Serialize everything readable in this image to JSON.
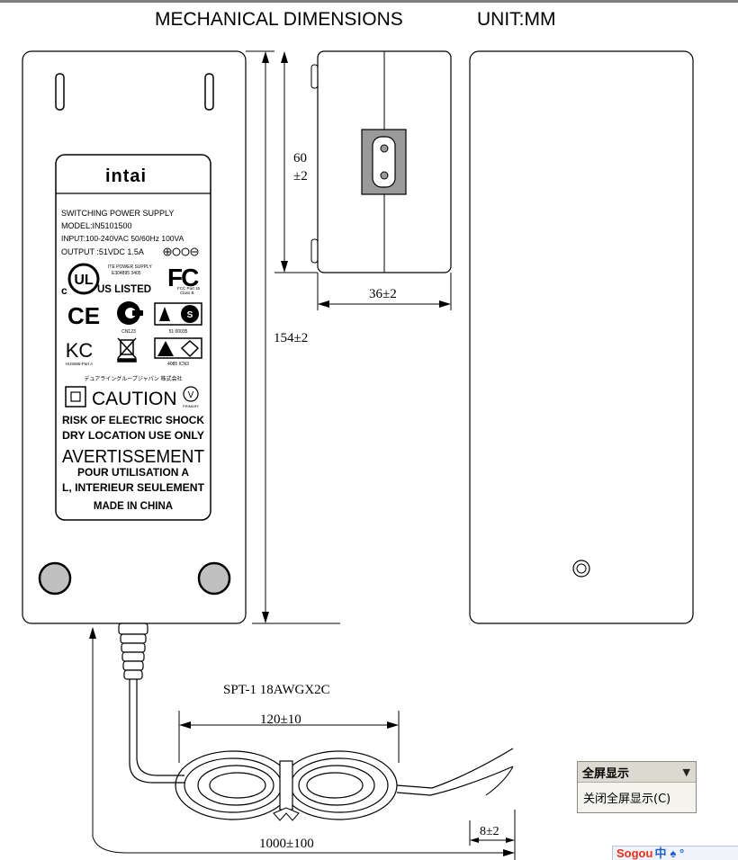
{
  "header": {
    "title": "MECHANICAL DIMENSIONS",
    "unit": "UNIT:MM"
  },
  "label": {
    "brand": "intai",
    "lines": [
      "SWITCHING POWER SUPPLY",
      "MODEL:IN5101500",
      "INPUT:100-240VAC 50/60Hz 100VA",
      "OUTPUT :51VDC 1.5A"
    ],
    "ul_small": "ITE POWER SUPPLY",
    "ul_file": "E304895 3405",
    "ul_c": "c",
    "ul_us": "US LISTED",
    "fc": "FC",
    "fcc_note": "FCC Part 15",
    "fcc_class": "Class B",
    "ce": "CE",
    "ccc_code": "CN123",
    "nz_code": "51 00035",
    "kc_code": "HU5085-Part A",
    "cert_code": "4085 ICN3",
    "jp_line": "デュアライングループジャパン 株式会社",
    "caution": "CAUTION",
    "v_mark": "V",
    "v_sub": "PRIMARY",
    "warnings": [
      "RISK OF ELECTRIC SHOCK",
      "DRY LOCATION USE ONLY",
      "AVERTISSEMENT",
      "POUR UTILISATION A",
      "L, INTERIEUR SEULEMENT",
      "MADE IN CHINA"
    ]
  },
  "dimensions": {
    "inlet_height": "60",
    "inlet_tol": "±2",
    "width": "36±2",
    "length": "154±2",
    "cable_spec": "SPT-1 18AWGX2C",
    "coil": "120±10",
    "cable_length": "1000±100",
    "strip": "8±2"
  },
  "menu": {
    "title": "全屏显示",
    "item": "关闭全屏显示(C)"
  },
  "toolbar": {
    "s": "Sogou",
    "zh": "中",
    "glyph": "♠ °"
  }
}
